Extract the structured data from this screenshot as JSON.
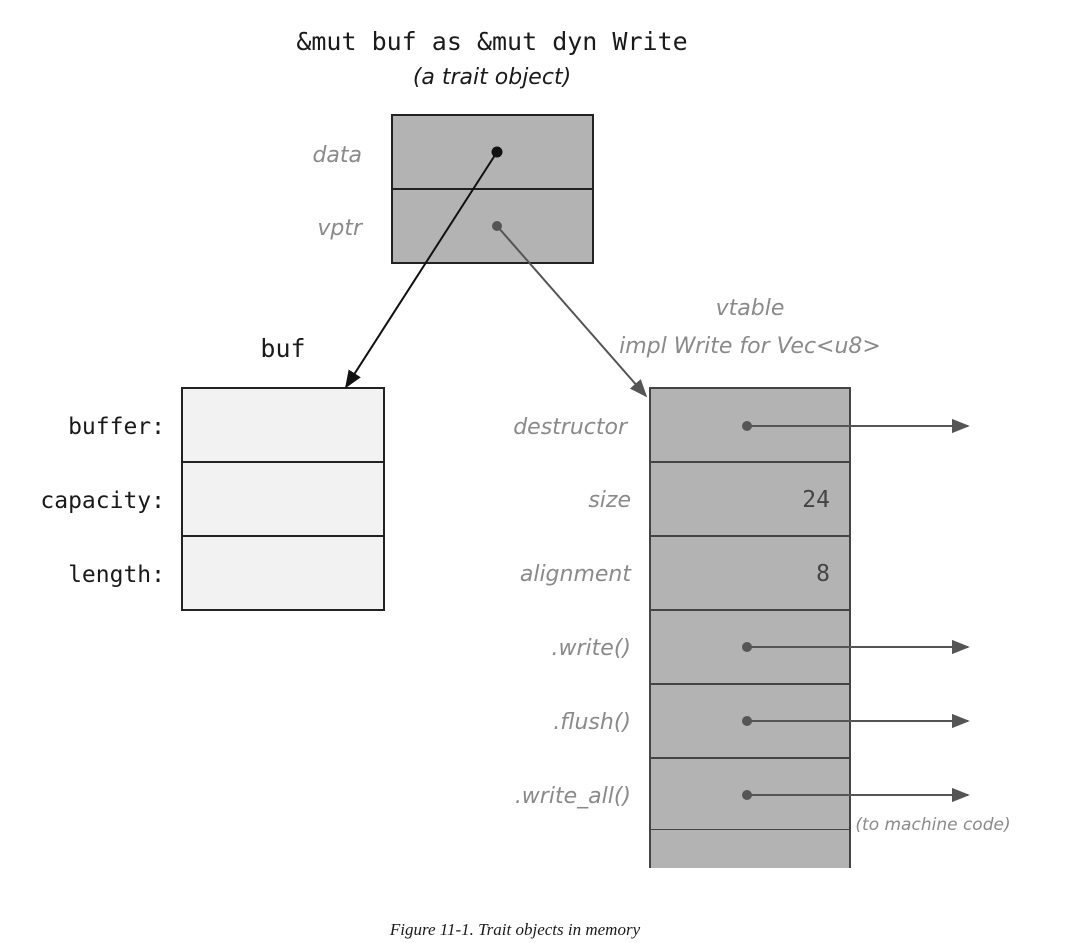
{
  "trait_object": {
    "title": "&mut buf as &mut dyn Write",
    "subtitle": "(a trait object)",
    "fields": [
      "data",
      "vptr"
    ]
  },
  "buf": {
    "title": "buf",
    "fields": [
      "buffer:",
      "capacity:",
      "length:"
    ]
  },
  "vtable": {
    "title": "vtable",
    "subtitle": "impl Write for Vec<u8>",
    "rows": [
      {
        "label": "destructor",
        "value": "",
        "pointer": true
      },
      {
        "label": "size",
        "value": "24",
        "pointer": false
      },
      {
        "label": "alignment",
        "value": "8",
        "pointer": false
      },
      {
        "label": ".write()",
        "value": "",
        "pointer": true
      },
      {
        "label": ".flush()",
        "value": "",
        "pointer": true
      },
      {
        "label": ".write_all()",
        "value": "",
        "pointer": true
      }
    ],
    "note": "(to machine code)"
  },
  "caption": "Figure 11-1. Trait objects in memory",
  "colors": {
    "box_fill_gray": "#b3b3b3",
    "box_fill_light": "#f2f2f2",
    "stroke": "#222222",
    "arrow_gray": "#555555",
    "label_gray": "#8a8a8a",
    "text_dark": "#1a1a1a"
  }
}
